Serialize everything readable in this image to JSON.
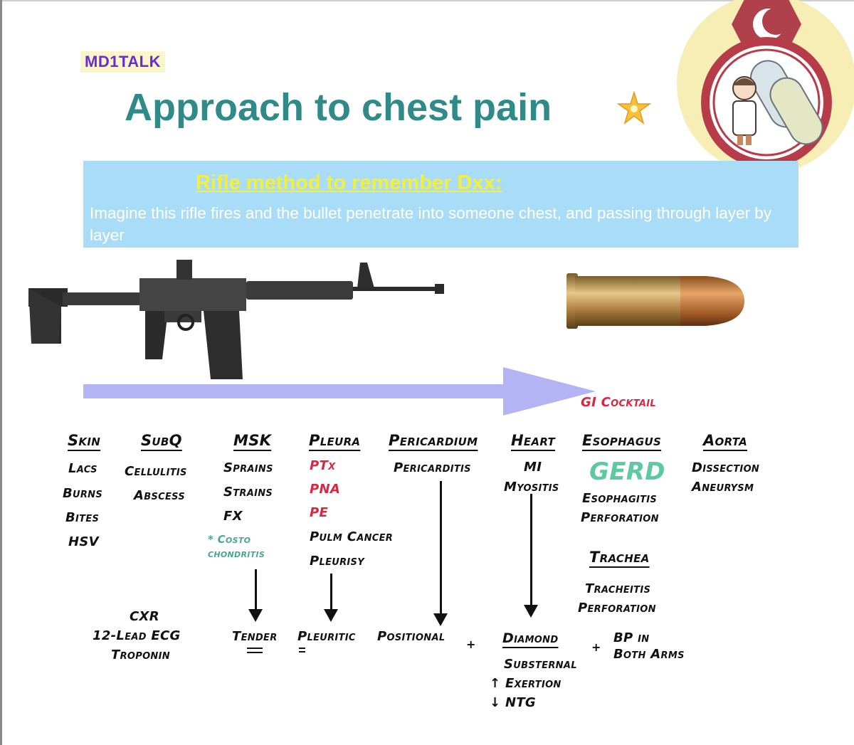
{
  "brand": "MD1TALK",
  "title": "Approach to chest pain",
  "banner": {
    "heading": "Rifle method to remember Dxx:",
    "text": "Imagine this rifle fires and the bullet penetrate into someone chest, and passing through layer by layer"
  },
  "gi_cocktail": "GI Cocktail",
  "layers": [
    {
      "header": "Skin",
      "items": [
        "Lacs",
        "Burns",
        "Bites",
        "HSV"
      ]
    },
    {
      "header": "SubQ",
      "items": [
        "Cellulitis",
        "Abscess"
      ]
    },
    {
      "header": "MSK",
      "items": [
        "Sprains",
        "Strains",
        "FX"
      ],
      "note": "* Costo chondritis"
    },
    {
      "header": "Pleura",
      "items": [
        "PTx",
        "PNA",
        "PE",
        "Pulm Cancer",
        "Pleurisy"
      ]
    },
    {
      "header": "Pericardium",
      "items": [
        "Pericarditis"
      ]
    },
    {
      "header": "Heart",
      "items": [
        "MI",
        "Myositis"
      ]
    },
    {
      "header": "Esophagus",
      "items": [
        "GERD",
        "Esophagitis",
        "Perforation"
      ]
    },
    {
      "header": "Aorta",
      "items": [
        "Dissection",
        "Aneurysm"
      ]
    }
  ],
  "trachea": {
    "header": "Trachea",
    "items": [
      "Tracheitis",
      "Perforation"
    ]
  },
  "workup": [
    "CXR",
    "12-Lead ECG",
    "Troponin"
  ],
  "features": {
    "tender": "Tender",
    "pleuritic": "Pleuritic",
    "positional": "Positional",
    "plus": "+",
    "diamond": "Diamond",
    "diamond_items": [
      "Substernal",
      "↑ Exertion",
      "↓ NTG"
    ],
    "bp": [
      "BP in",
      "Both Arms"
    ]
  },
  "colors": {
    "title": "#2f8a88",
    "brand": "#6a2bd6",
    "banner": "#a9ddf7",
    "accent_red": "#d8283f",
    "teal": "#47a88e",
    "arrow": "#b4b4f4"
  }
}
